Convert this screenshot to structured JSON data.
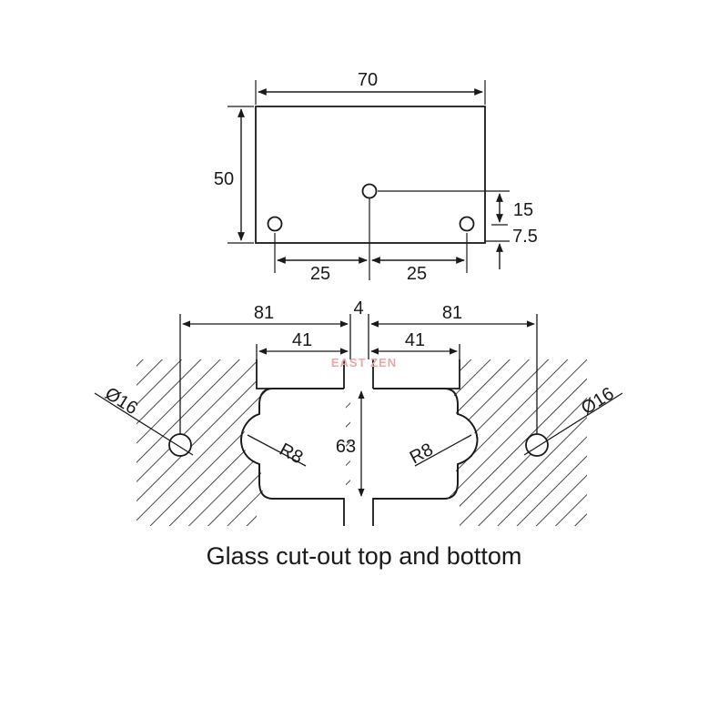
{
  "caption": "Glass cut-out top and bottom",
  "watermark": "EAST ZEN",
  "plate": {
    "width": "70",
    "height": "50",
    "hole_height": "15",
    "hole_offset": "7.5",
    "spacing_left": "25",
    "spacing_right": "25"
  },
  "cutout": {
    "gap": "4",
    "left_outer": "81",
    "left_inner": "41",
    "right_outer": "81",
    "right_inner": "41",
    "height": "63",
    "left_radius": "R8",
    "right_radius": "R8",
    "left_hole": "Ø16",
    "right_hole": "Ø16"
  }
}
